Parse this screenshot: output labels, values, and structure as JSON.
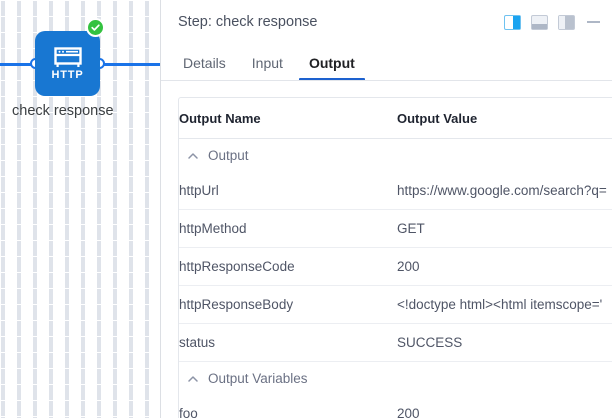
{
  "canvas": {
    "node": {
      "label": "check response",
      "icon_name": "http-browser-icon",
      "icon_text": "HTTP",
      "node_color": "#1877d2",
      "status_icon": "check-circle-icon",
      "status_color": "#34c240",
      "edge_color": "#1a73e8"
    }
  },
  "panel": {
    "header": {
      "title": "Step: check response",
      "actions": [
        {
          "name": "layout-right-panel-icon",
          "label": "Right panel layout",
          "active": true
        },
        {
          "name": "layout-bottom-panel-icon",
          "label": "Bottom panel layout",
          "active": false
        },
        {
          "name": "layout-left-panel-icon",
          "label": "Left panel layout",
          "active": false
        },
        {
          "name": "minimize-icon",
          "label": "Minimize",
          "active": false
        }
      ]
    },
    "tabs": [
      {
        "label": "Details",
        "active": false
      },
      {
        "label": "Input",
        "active": false
      },
      {
        "label": "Output",
        "active": true
      }
    ],
    "accent_color": "#1d61cf",
    "table": {
      "headers": {
        "name": "Output Name",
        "value": "Output Value"
      },
      "groups": [
        {
          "label": "Output",
          "expanded": true,
          "chevron_icon": "chevron-up-icon",
          "rows": [
            {
              "name": "httpUrl",
              "value": "https://www.google.com/search?q="
            },
            {
              "name": "httpMethod",
              "value": "GET"
            },
            {
              "name": "httpResponseCode",
              "value": "200"
            },
            {
              "name": "httpResponseBody",
              "value": "<!doctype html><html itemscope='"
            },
            {
              "name": "status",
              "value": "SUCCESS"
            }
          ]
        },
        {
          "label": "Output Variables",
          "expanded": true,
          "chevron_icon": "chevron-up-icon",
          "rows": [
            {
              "name": "foo",
              "value": "200"
            }
          ]
        }
      ]
    }
  }
}
